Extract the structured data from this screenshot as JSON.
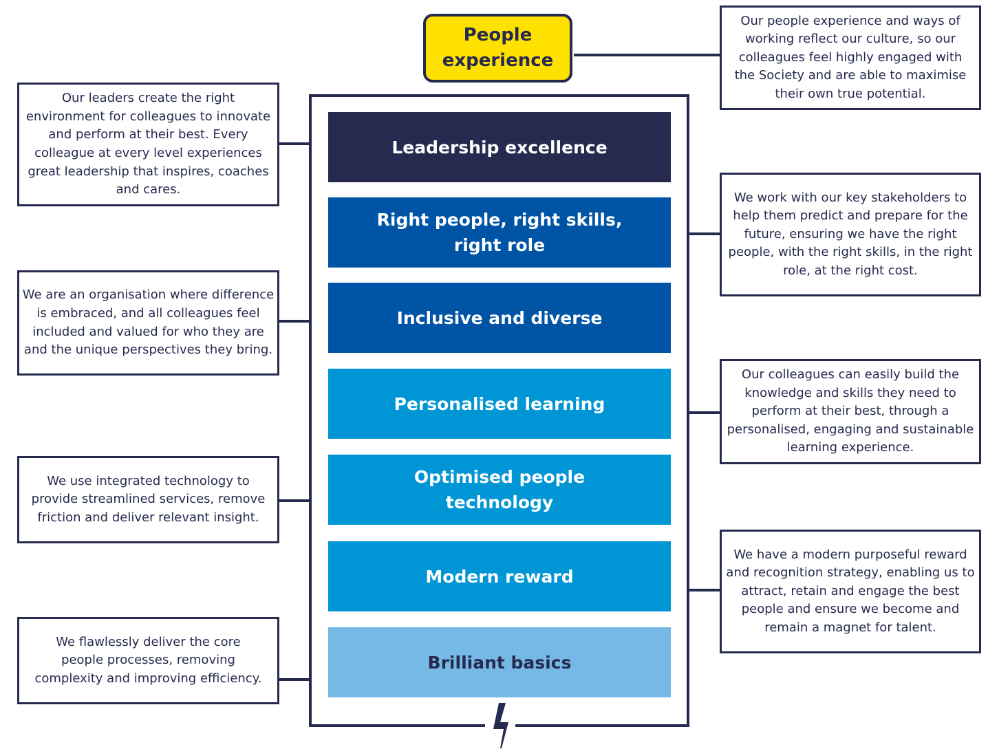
{
  "title": "People experience",
  "colors": {
    "navy": "#262a4e",
    "yellow": "#ffe100",
    "dark_blue": "#0054a6",
    "mid_blue": "#0096d6",
    "light_blue": "#77b9e6"
  },
  "pillars": [
    {
      "label": "Leadership excellence",
      "color": "#262a4e",
      "text_color": "#ffffff"
    },
    {
      "label": "Right people, right skills, right role",
      "color": "#0054a6",
      "text_color": "#ffffff"
    },
    {
      "label": "Inclusive and diverse",
      "color": "#0054a6",
      "text_color": "#ffffff"
    },
    {
      "label": "Personalised learning",
      "color": "#0096d6",
      "text_color": "#ffffff"
    },
    {
      "label": "Optimised people technology",
      "color": "#0096d6",
      "text_color": "#ffffff"
    },
    {
      "label": "Modern reward",
      "color": "#0096d6",
      "text_color": "#ffffff"
    },
    {
      "label": "Brilliant basics",
      "color": "#77b9e6",
      "text_color": "#262a4e"
    }
  ],
  "descriptions": {
    "people_experience": "Our people experience and ways of working reflect our culture, so our colleagues feel highly engaged with the Society and are able to maximise their own true potential.",
    "leadership": "Our leaders create the right environment for colleagues to innovate and perform at their best. Every colleague at every level experiences great leadership that inspires, coaches and cares.",
    "right_people": "We work with our key stakeholders to help them predict and prepare for the future, ensuring we have the right people, with the right skills, in the right role, at the right cost.",
    "inclusive": "We are an organisation where difference is embraced, and all colleagues feel included and valued for who they are and the unique perspectives they bring.",
    "learning": "Our colleagues can easily build the knowledge and skills they need to perform at their best, through a personalised, engaging and sustainable learning experience.",
    "technology": "We use integrated technology to provide streamlined services, remove friction and deliver relevant insight.",
    "reward": "We have a modern purposeful reward and recognition strategy, enabling us to attract, retain and engage the best people and ensure we become and remain a magnet for talent.",
    "basics": "We flawlessly deliver the core people processes, removing complexity and improving efficiency."
  },
  "icons": {
    "bolt": "lightning-bolt-icon"
  }
}
